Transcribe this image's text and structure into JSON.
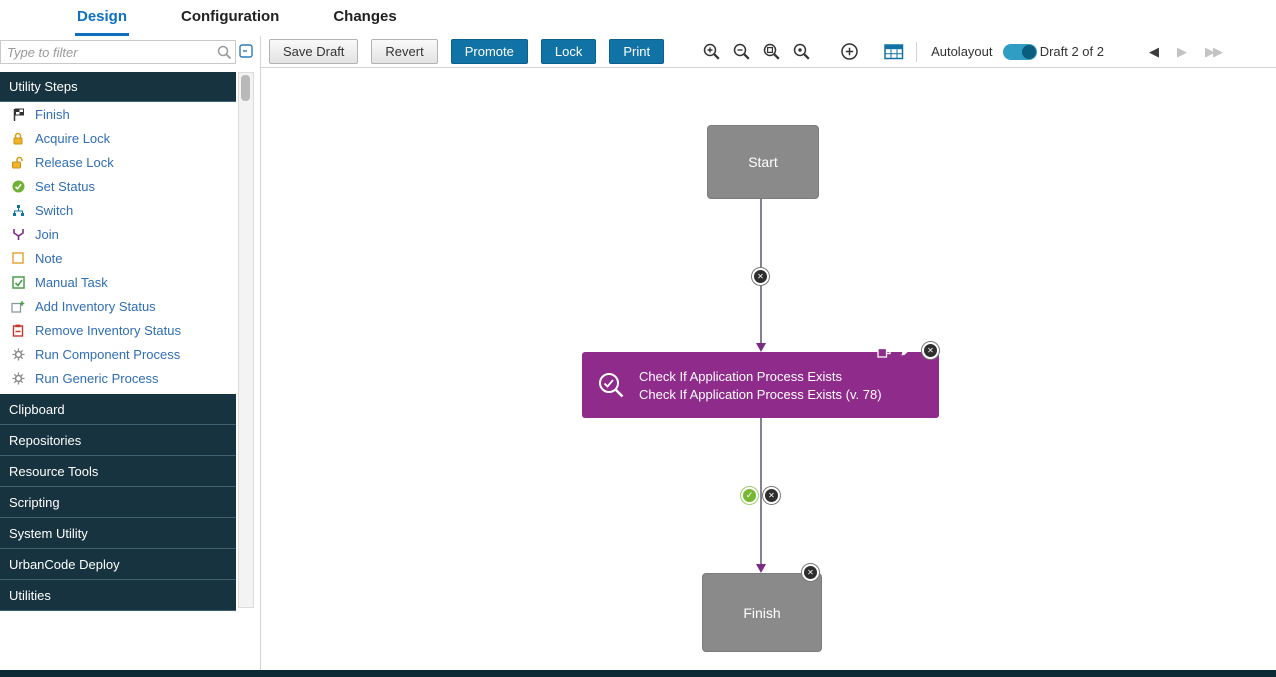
{
  "tabs": [
    {
      "label": "Design",
      "active": true
    },
    {
      "label": "Configuration",
      "active": false
    },
    {
      "label": "Changes",
      "active": false
    }
  ],
  "sidebar": {
    "filter_placeholder": "Type to filter",
    "header": "Utility Steps",
    "steps": [
      {
        "label": "Finish",
        "icon": "finish-flag-icon"
      },
      {
        "label": "Acquire Lock",
        "icon": "lock-closed-icon"
      },
      {
        "label": "Release Lock",
        "icon": "lock-open-icon"
      },
      {
        "label": "Set Status",
        "icon": "status-check-icon"
      },
      {
        "label": "Switch",
        "icon": "switch-branch-icon"
      },
      {
        "label": "Join",
        "icon": "join-icon"
      },
      {
        "label": "Note",
        "icon": "note-icon"
      },
      {
        "label": "Manual Task",
        "icon": "manual-task-icon"
      },
      {
        "label": "Add Inventory Status",
        "icon": "add-inventory-icon"
      },
      {
        "label": "Remove Inventory Status",
        "icon": "remove-inventory-icon"
      },
      {
        "label": "Run Component Process",
        "icon": "gear-icon"
      },
      {
        "label": "Run Generic Process",
        "icon": "gear-icon"
      }
    ],
    "sections": [
      "Clipboard",
      "Repositories",
      "Resource Tools",
      "Scripting",
      "System Utility",
      "UrbanCode Deploy",
      "Utilities"
    ]
  },
  "toolbar": {
    "save_draft_label": "Save Draft",
    "revert_label": "Revert",
    "promote_label": "Promote",
    "lock_label": "Lock",
    "print_label": "Print",
    "autolayout_label": "Autolayout",
    "autolayout_on": true,
    "draft_text": "Draft 2 of 2"
  },
  "canvas": {
    "start": {
      "label": "Start"
    },
    "step": {
      "line1": "Check If Application Process Exists",
      "line2": "Check If Application Process Exists (v. 78)"
    },
    "finish": {
      "label": "Finish"
    }
  },
  "colors": {
    "accent": "#1173a5",
    "step_purple": "#8e2b8b",
    "node_gray": "#8a8a8a",
    "success_green": "#76b832",
    "header_dark": "#17333f",
    "tab_blue": "#1070c0"
  }
}
